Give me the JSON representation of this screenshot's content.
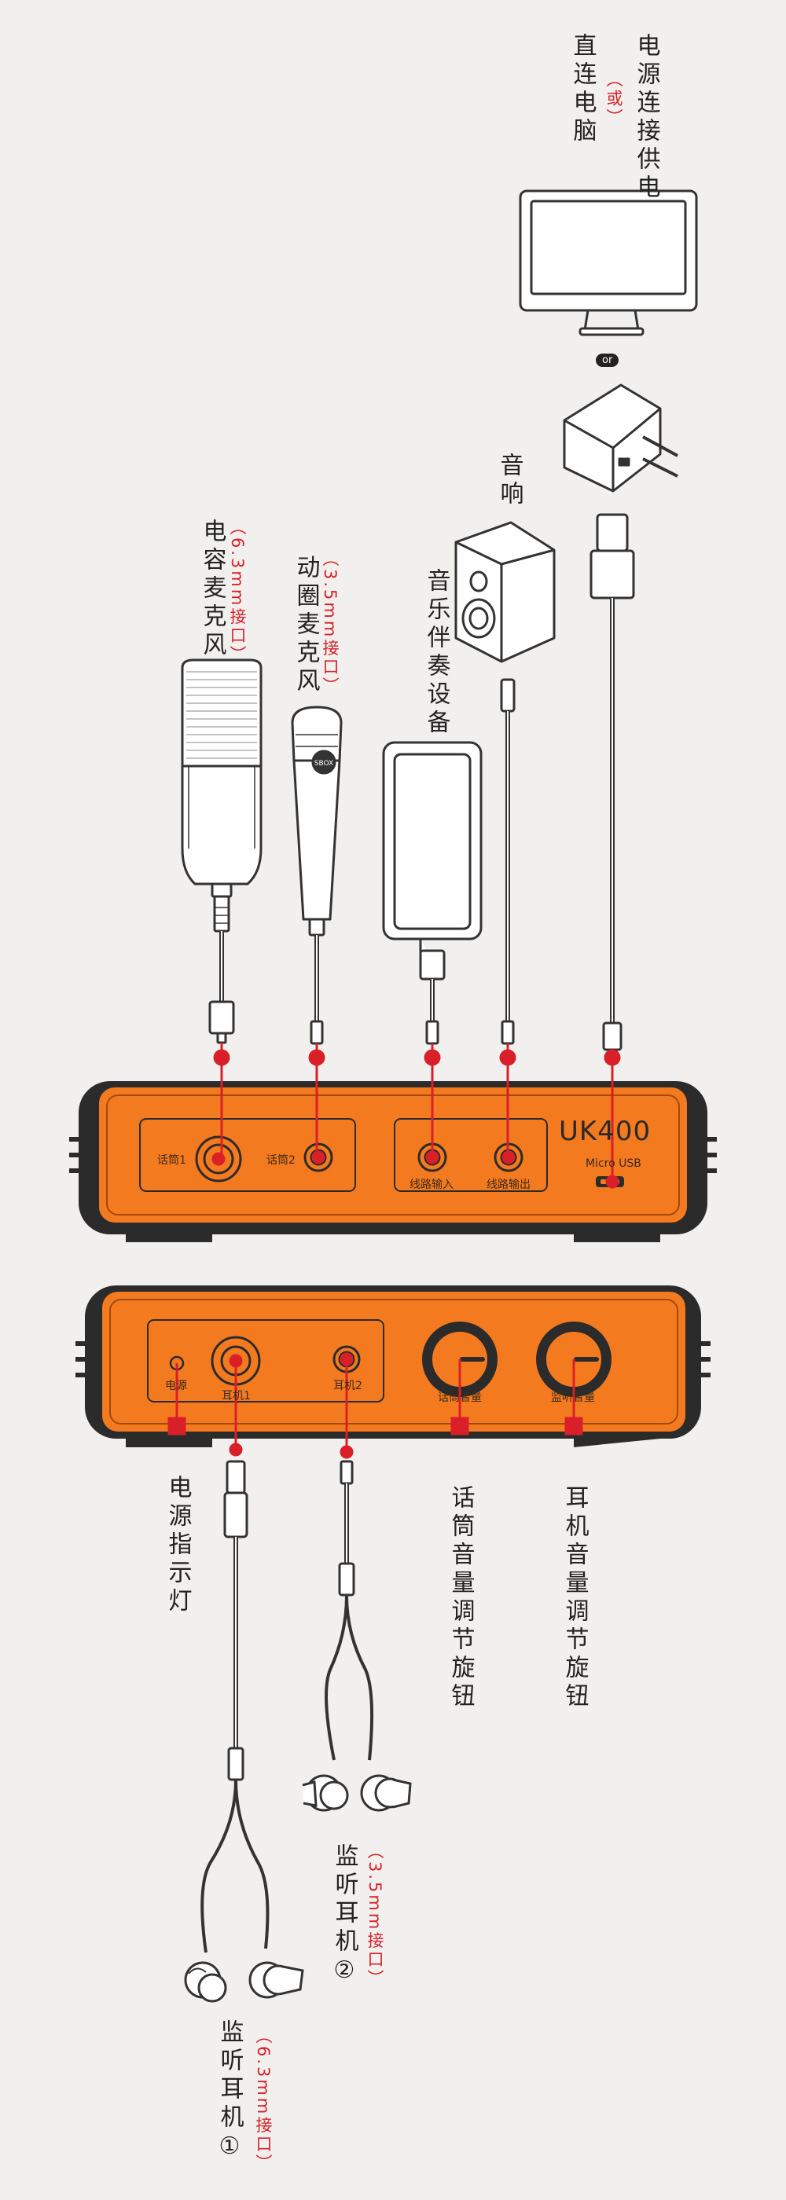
{
  "labels": {
    "power": "电源连接供电",
    "or_small": "（或）",
    "direct_pc": "直连电脑",
    "or_badge": "or",
    "speaker": "音响",
    "music_device": "音乐伴奏设备",
    "condenser_mic": "电容麦克风",
    "condenser_mic_note": "（6.3mm接口）",
    "dynamic_mic": "动圈麦克风",
    "dynamic_mic_note": "（3.5mm接口）",
    "power_led": "电源指示灯",
    "mic_volume": "话筒音量调节旋钮",
    "headphone_volume": "耳机音量调节旋钮",
    "monitor_1": "监听耳机①",
    "monitor_1_note": "（6.3mm接口）",
    "monitor_2": "监听耳机②",
    "monitor_2_note": "（3.5mm接口）"
  },
  "front_panel": {
    "brand": "UK400",
    "ports": {
      "mic1": "话筒1",
      "mic2": "话筒2",
      "line_in": "线路输入",
      "line_out": "线路输出",
      "micro_usb": "Micro USB"
    }
  },
  "back_panel": {
    "ports": {
      "power": "电源",
      "headphone1": "耳机1",
      "headphone2": "耳机2",
      "mic_volume": "话筒音量",
      "monitor_volume": "监听音量"
    }
  },
  "mic_badge": "SBOX",
  "colors": {
    "panel_orange": "#f47a1f",
    "panel_dark": "#2b2b2b",
    "accent_red": "#d92028",
    "line": "#333333",
    "background": "#f1f0ee"
  }
}
